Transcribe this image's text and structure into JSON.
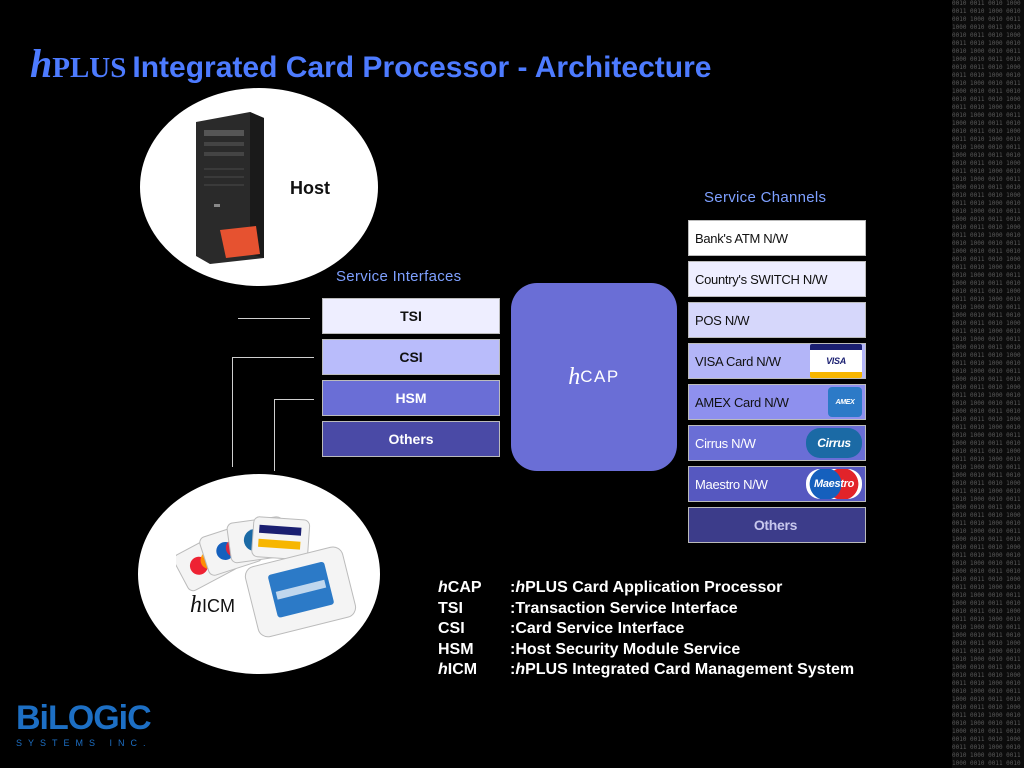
{
  "title": {
    "h": "h",
    "plus": "PLUS",
    "rest": "Integrated Card Processor - Architecture"
  },
  "host": {
    "label": "Host"
  },
  "icm": {
    "h": "h",
    "label": "ICM"
  },
  "service_interfaces": {
    "heading": "Service Interfaces",
    "items": [
      {
        "label": "TSI",
        "bg": "#eeeeff"
      },
      {
        "label": "CSI",
        "bg": "#b9bcfb"
      },
      {
        "label": "HSM",
        "bg": "#6a6ed6"
      },
      {
        "label": "Others",
        "bg": "#4a4aa6"
      }
    ]
  },
  "hcap": {
    "h": "h",
    "label": "CAP"
  },
  "service_channels": {
    "heading": "Service Channels",
    "items": [
      {
        "label": "Bank's ATM N/W",
        "bg": "#ffffff"
      },
      {
        "label": "Country's SWITCH N/W",
        "bg": "#eeeeff"
      },
      {
        "label": "POS N/W",
        "bg": "#d6d7fb"
      },
      {
        "label": "VISA Card N/W",
        "bg": "#b3b5f8",
        "logo": "VISA"
      },
      {
        "label": "AMEX Card N/W",
        "bg": "#8e90ee",
        "logo": "AMEX"
      },
      {
        "label": "Cirrus N/W",
        "bg": "#6a6ed6",
        "logo": "Cirrus"
      },
      {
        "label": "Maestro N/W",
        "bg": "#5658c0",
        "logo": "Maestro"
      },
      {
        "label": "Others",
        "bg": "#3c3c8a"
      }
    ]
  },
  "legend": [
    {
      "h": "h",
      "abbr": "CAP",
      "sep": ": ",
      "dh": "h",
      "desc": "PLUS Card Application Processor"
    },
    {
      "h": "",
      "abbr": "TSI",
      "sep": ": ",
      "dh": "",
      "desc": "Transaction Service Interface"
    },
    {
      "h": "",
      "abbr": "CSI",
      "sep": ": ",
      "dh": "",
      "desc": "Card Service Interface"
    },
    {
      "h": "",
      "abbr": "HSM",
      "sep": ": ",
      "dh": "",
      "desc": "Host Security Module Service"
    },
    {
      "h": "h",
      "abbr": "ICM",
      "sep": ": ",
      "dh": "h",
      "desc": "PLUS Integrated Card Management System"
    }
  ],
  "company_logo": {
    "name": "BiLOGiC",
    "tagline": "SYSTEMS INC.",
    "color": "#1d6fc4"
  }
}
